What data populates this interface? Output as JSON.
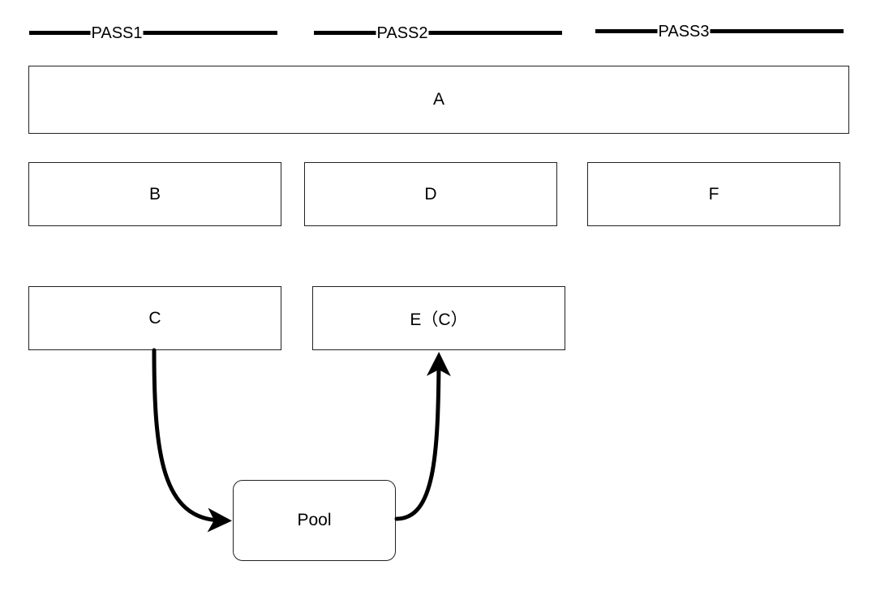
{
  "passes": [
    {
      "label": "PASS1"
    },
    {
      "label": "PASS2"
    },
    {
      "label": "PASS3"
    }
  ],
  "nodes": {
    "a": "A",
    "b": "B",
    "d": "D",
    "f": "F",
    "c": "C",
    "e": "E（C）",
    "pool": "Pool"
  },
  "edges": [
    {
      "from": "C",
      "to": "Pool"
    },
    {
      "from": "Pool",
      "to": "E（C）"
    }
  ]
}
